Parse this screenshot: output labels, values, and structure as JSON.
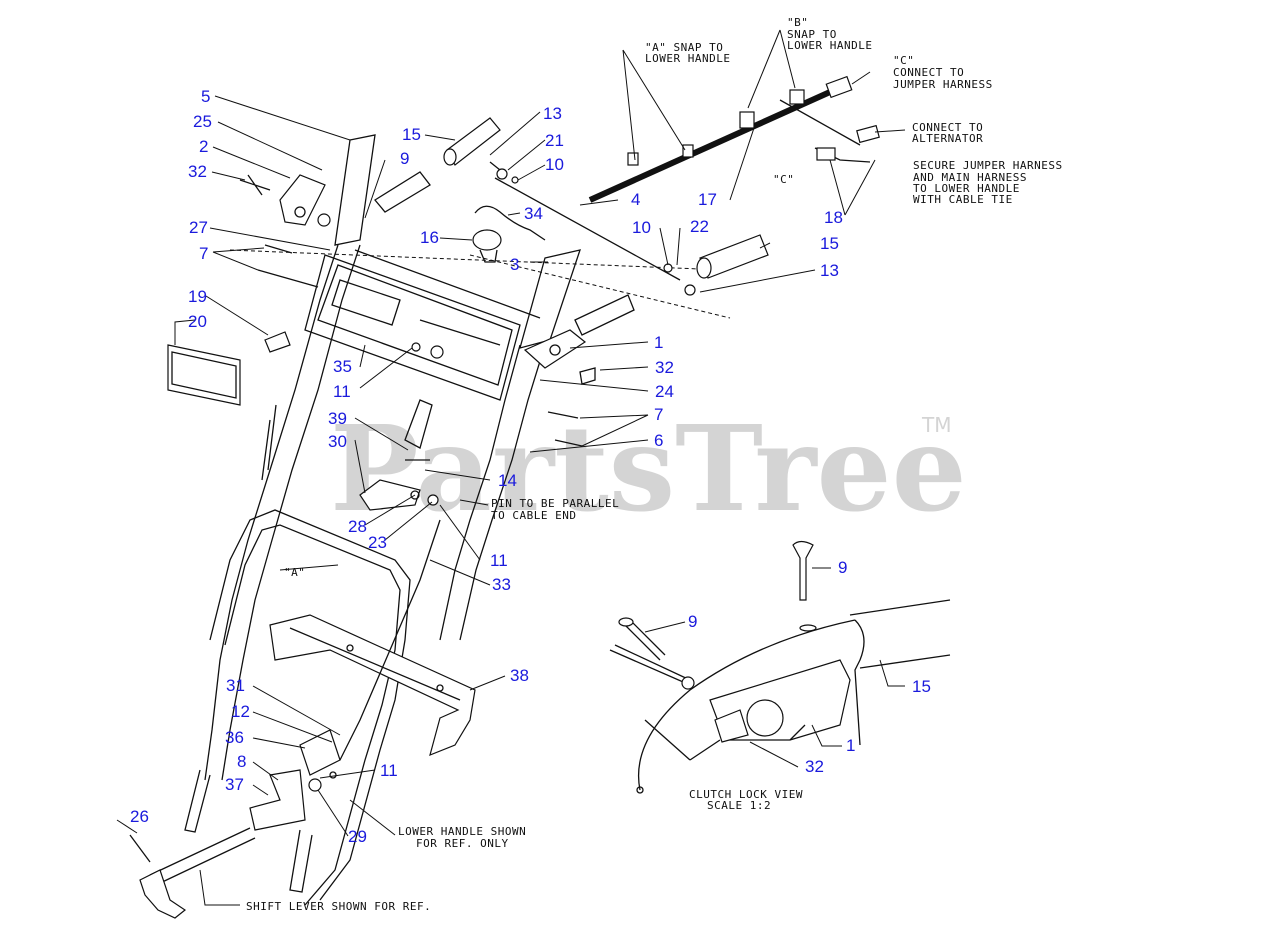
{
  "watermark": {
    "brand": "PartsTree",
    "trademark": "TM"
  },
  "callouts": [
    "5",
    "25",
    "2",
    "32",
    "15",
    "13",
    "21",
    "10",
    "9",
    "34",
    "4",
    "16",
    "27",
    "7",
    "19",
    "20",
    "10",
    "22",
    "15",
    "3",
    "13",
    "35",
    "11",
    "1",
    "32",
    "24",
    "7",
    "6",
    "39",
    "30",
    "14",
    "28",
    "23",
    "11",
    "33",
    "38",
    "31",
    "12",
    "36",
    "8",
    "37",
    "11",
    "29",
    "26",
    "9",
    "9",
    "15",
    "1",
    "32",
    "17",
    "18"
  ],
  "notes": {
    "snap_a_1": "\"A\" SNAP TO",
    "snap_a_2": "LOWER HANDLE",
    "snap_b_1": "\"B\"",
    "snap_b_2": "SNAP TO",
    "snap_b_3": "LOWER HANDLE",
    "conn_c_1": "\"C\"",
    "conn_c_2": "CONNECT TO",
    "conn_c_3": "JUMPER HARNESS",
    "alt_1": "CONNECT TO",
    "alt_2": "ALTERNATOR",
    "secure_1": "SECURE JUMPER HARNESS",
    "secure_2": "AND MAIN HARNESS",
    "secure_3": "TO LOWER HANDLE",
    "secure_4": "WITH CABLE TIE",
    "c_label": "\"C\"",
    "pin_1": "PIN TO BE PARALLEL",
    "pin_2": "TO CABLE END",
    "a_label": "\"A\"",
    "lower_1": "LOWER HANDLE SHOWN",
    "lower_2": "FOR REF. ONLY",
    "shift": "SHIFT LEVER SHOWN FOR REF.",
    "clutch_1": "CLUTCH LOCK VIEW",
    "clutch_2": "SCALE 1:2"
  }
}
